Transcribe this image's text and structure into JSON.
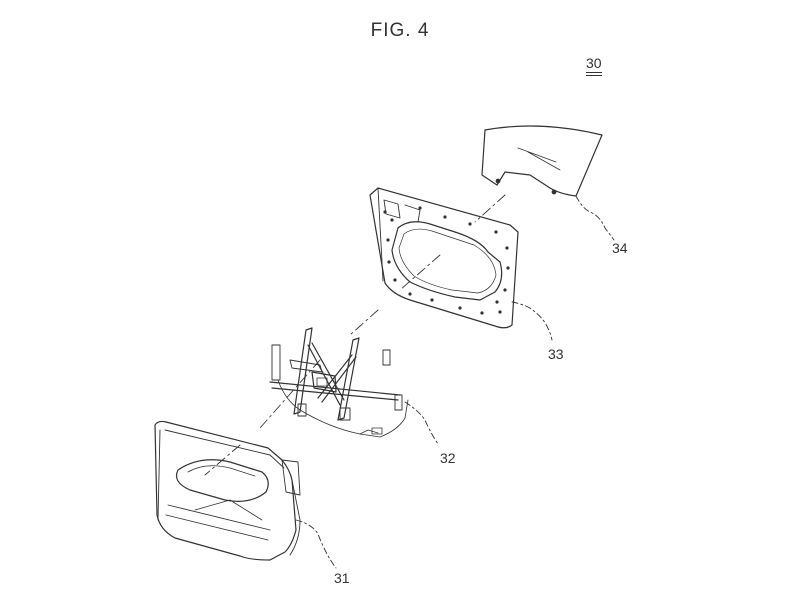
{
  "figure": {
    "title": "FIG. 4",
    "assembly_ref": "30"
  },
  "parts": [
    {
      "ref": "31"
    },
    {
      "ref": "32"
    },
    {
      "ref": "33"
    },
    {
      "ref": "34"
    }
  ]
}
